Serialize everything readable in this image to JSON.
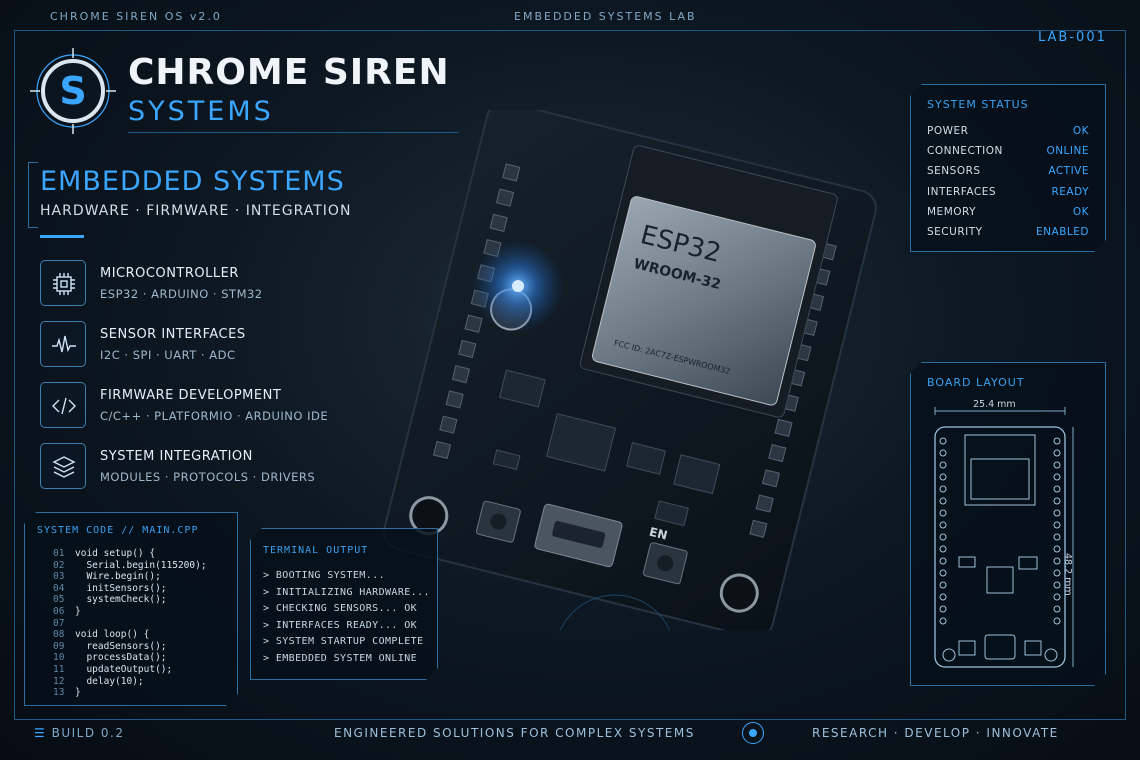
{
  "top_bar": {
    "os_label": "CHROME SIREN OS v2.0",
    "lab_label": "EMBEDDED SYSTEMS LAB",
    "lab_id": "LAB-001"
  },
  "brand": {
    "logo_letter": "S",
    "name": "CHROME SIREN",
    "subtitle": "SYSTEMS"
  },
  "hero": {
    "title": "EMBEDDED SYSTEMS",
    "subtitle": "HARDWARE · FIRMWARE · INTEGRATION"
  },
  "features": [
    {
      "title": "MICROCONTROLLER",
      "subtitle": "ESP32 · ARDUINO · STM32",
      "icon": "chip-icon"
    },
    {
      "title": "SENSOR INTERFACES",
      "subtitle": "I2C · SPI · UART · ADC",
      "icon": "waveform-icon"
    },
    {
      "title": "FIRMWARE DEVELOPMENT",
      "subtitle": "C/C++ · PLATFORMIO · ARDUINO IDE",
      "icon": "code-icon"
    },
    {
      "title": "SYSTEM INTEGRATION",
      "subtitle": "MODULES · PROTOCOLS · DRIVERS",
      "icon": "layers-icon"
    }
  ],
  "code_panel": {
    "title": "SYSTEM CODE // MAIN.CPP",
    "lines": [
      {
        "n": "01",
        "text": "void setup() {"
      },
      {
        "n": "02",
        "text": "  Serial.begin(115200);"
      },
      {
        "n": "03",
        "text": "  Wire.begin();"
      },
      {
        "n": "04",
        "text": "  initSensors();"
      },
      {
        "n": "05",
        "text": "  systemCheck();"
      },
      {
        "n": "06",
        "text": "}"
      },
      {
        "n": "07",
        "text": ""
      },
      {
        "n": "08",
        "text": "void loop() {"
      },
      {
        "n": "09",
        "text": "  readSensors();"
      },
      {
        "n": "10",
        "text": "  processData();"
      },
      {
        "n": "11",
        "text": "  updateOutput();"
      },
      {
        "n": "12",
        "text": "  delay(10);"
      },
      {
        "n": "13",
        "text": "}"
      }
    ]
  },
  "terminal": {
    "title": "TERMINAL OUTPUT",
    "lines": [
      "> BOOTING SYSTEM...",
      "> INITIALIZING HARDWARE...",
      "> CHECKING SENSORS... OK",
      "> INTERFACES READY... OK",
      "> SYSTEM STARTUP COMPLETE",
      "> EMBEDDED SYSTEM ONLINE"
    ]
  },
  "status_panel": {
    "title": "SYSTEM STATUS",
    "rows": [
      {
        "key": "POWER",
        "value": "OK"
      },
      {
        "key": "CONNECTION",
        "value": "ONLINE"
      },
      {
        "key": "SENSORS",
        "value": "ACTIVE"
      },
      {
        "key": "INTERFACES",
        "value": "READY"
      },
      {
        "key": "MEMORY",
        "value": "OK"
      },
      {
        "key": "SECURITY",
        "value": "ENABLED"
      }
    ]
  },
  "board_layout": {
    "title": "BOARD LAYOUT",
    "width_label": "25.4 mm",
    "height_label": "48.2 mm"
  },
  "board_photo": {
    "module_brand": "ESP32",
    "module_model": "WROOM-32",
    "fcc_id": "FCC ID: 2AC7Z-ESPWROOM32",
    "button_label": "EN"
  },
  "bottom_bar": {
    "build": "BUILD 0.2",
    "tagline": "ENGINEERED SOLUTIONS FOR COMPLEX SYSTEMS",
    "motto": "RESEARCH · DEVELOP · INNOVATE"
  },
  "colors": {
    "accent": "#3aa6ff",
    "frame": "#2a6fa3",
    "background": "#0d1822"
  }
}
